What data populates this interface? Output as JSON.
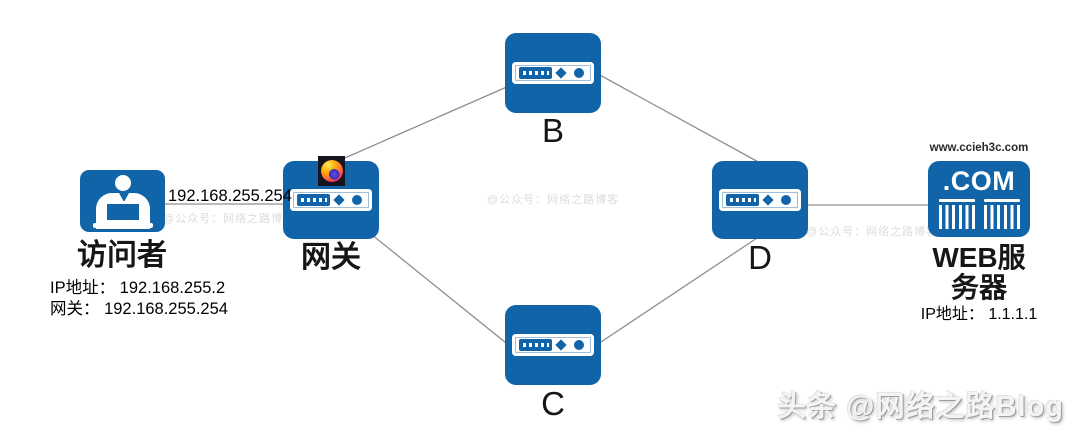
{
  "colors": {
    "node_blue": "#1164A8",
    "line_gray": "#8f8f8f",
    "watermark_gray": "#dcdcdc",
    "text_black": "#161616"
  },
  "icons": {
    "router": "blue-rounded-rect-with-port-bar",
    "person": "person-at-laptop",
    "firefox": "firefox-browser-logo",
    "dotcom": "dotcom-barcode-server"
  },
  "nodes": {
    "visitor": {
      "label": "访问者",
      "info": [
        "IP地址： 192.168.255.2",
        "网关： 192.168.255.254"
      ]
    },
    "gateway": {
      "label": "网关"
    },
    "router_b": {
      "label": "B"
    },
    "router_c": {
      "label": "C"
    },
    "router_d": {
      "label": "D"
    },
    "server": {
      "url": "www.ccieh3c.com",
      "icon_text": ".COM",
      "label_lines": [
        "WEB服",
        "务器"
      ],
      "info": "IP地址： 1.1.1.1"
    }
  },
  "links": {
    "visitor_gateway_label": "192.168.255.254"
  },
  "watermark": {
    "text": "@公众号：网络之路博客"
  },
  "footer": {
    "text": "头条 @网络之路Blog"
  }
}
